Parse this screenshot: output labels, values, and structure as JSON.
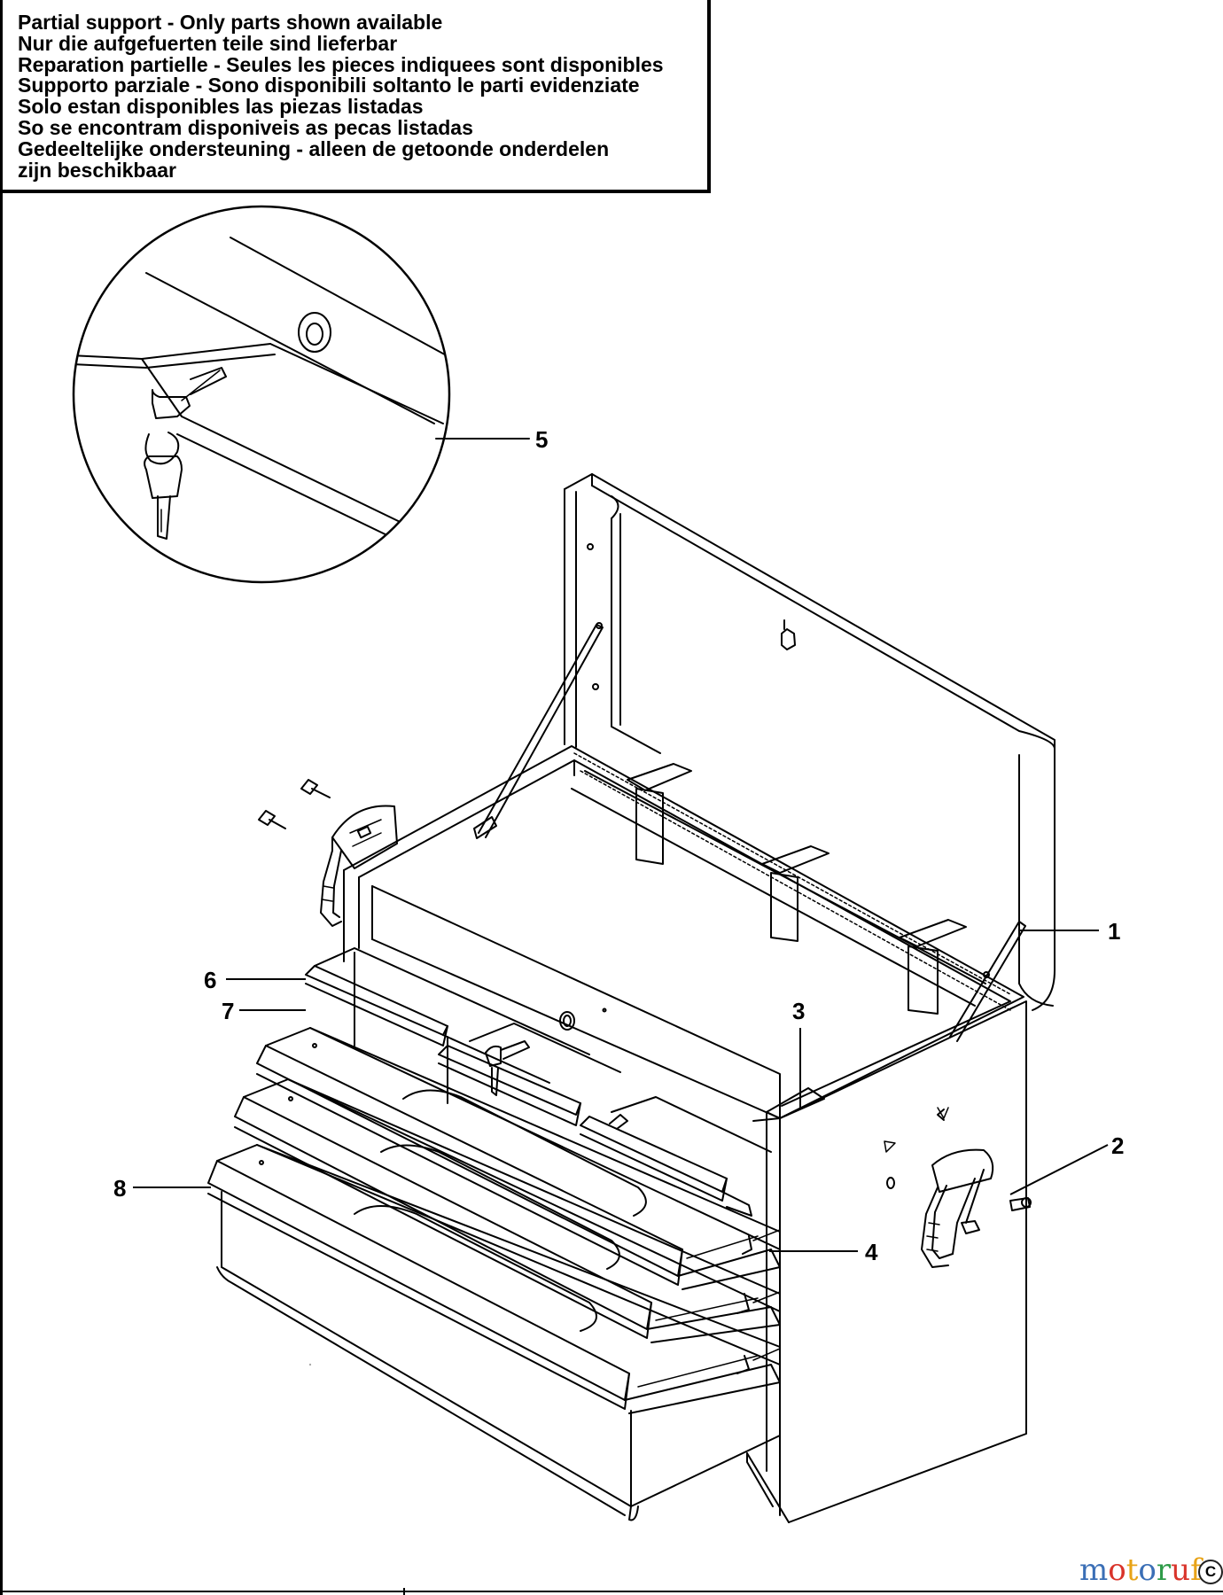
{
  "notice": {
    "lines": [
      "Partial support - Only parts shown available",
      "Nur die aufgefuerten teile sind lieferbar",
      "Reparation partielle - Seules les pieces indiquees sont disponibles",
      "Supporto parziale - Sono disponibili soltanto le parti evidenziate",
      "Solo estan disponibles las piezas listadas",
      "So se encontram disponiveis as pecas listadas",
      "Gedeeltelijke ondersteuning - alleen de getoonde onderdelen",
      "zijn beschikbaar"
    ]
  },
  "callouts": {
    "c1": "1",
    "c2": "2",
    "c3": "3",
    "c4": "4",
    "c5": "5",
    "c6": "6",
    "c7": "7",
    "c8": "8"
  },
  "watermark": {
    "letters": [
      "m",
      "o",
      "t",
      "o",
      "r",
      "u",
      "f"
    ],
    "letter_colors": [
      "#3b6fb6",
      "#d9342b",
      "#e8a317",
      "#3b6fb6",
      "#2e9b48",
      "#d9342b",
      "#e8a317"
    ],
    "copyright": "C"
  },
  "colors": {
    "line": "#000000",
    "background": "#ffffff",
    "shade": "#dcdcdc"
  }
}
